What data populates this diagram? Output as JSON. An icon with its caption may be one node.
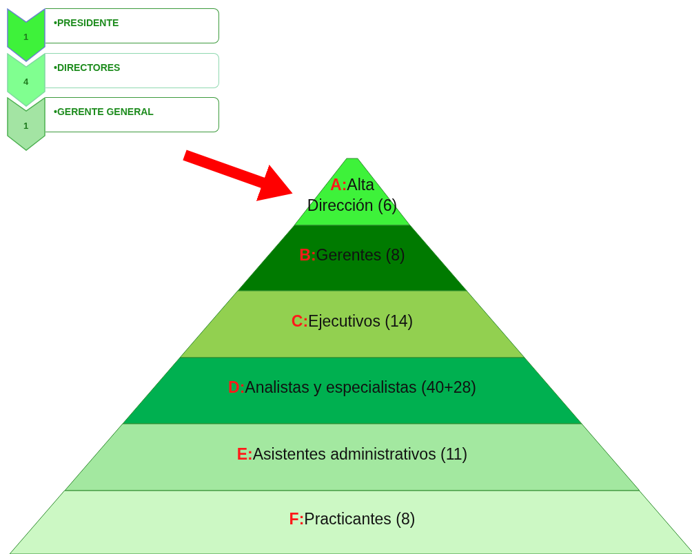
{
  "diagram": {
    "nodes": [
      {
        "text": [
          "1"
        ]
      },
      {
        "text": [
          "•PRESIDENTE"
        ]
      },
      {
        "text": [
          "4"
        ]
      },
      {
        "text": [
          "•DIRECTORES"
        ]
      },
      {
        "text": [
          "1"
        ]
      },
      {
        "text": [
          "•GERENTE GENERAL"
        ]
      },
      {
        "text": [
          "**A:**Alta Dirección (6)"
        ]
      },
      {
        "text": [
          "**B:**Gerentes (8)"
        ]
      },
      {
        "text": [
          "**C:**Ejecutivos (14)"
        ]
      },
      {
        "text": [
          "**D:**Analistas y especialistas (40+28)"
        ]
      },
      {
        "text": [
          "**E:**Asistentes administrativos (11)"
        ]
      },
      {
        "text": [
          "**F:**Practicantes (8)"
        ]
      }
    ],
    "edges": [
      {
        "from": null,
        "to": 6,
        "arrow": "to",
        "color": "#ff0000"
      }
    ]
  }
}
